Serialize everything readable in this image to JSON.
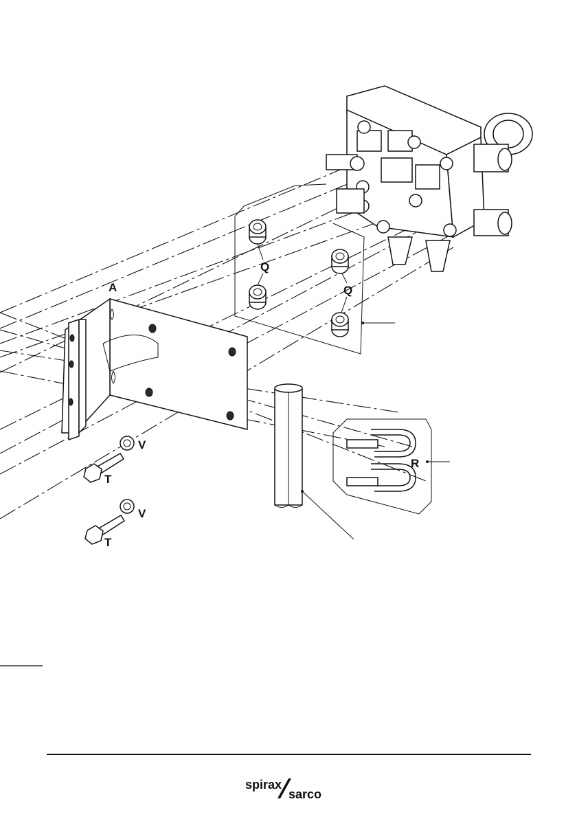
{
  "labels": {
    "bracket": "A",
    "spacer_top": "Q",
    "spacer_right": "Q",
    "washer_top": "V",
    "washer_bottom": "V",
    "bolt_top": "T",
    "bolt_bottom": "T",
    "ubolt_group": "R"
  },
  "footer": {
    "logo_word_1": "spirax",
    "logo_word_2": "sarco"
  },
  "colors": {
    "ink": "#111111",
    "paper": "#ffffff"
  }
}
